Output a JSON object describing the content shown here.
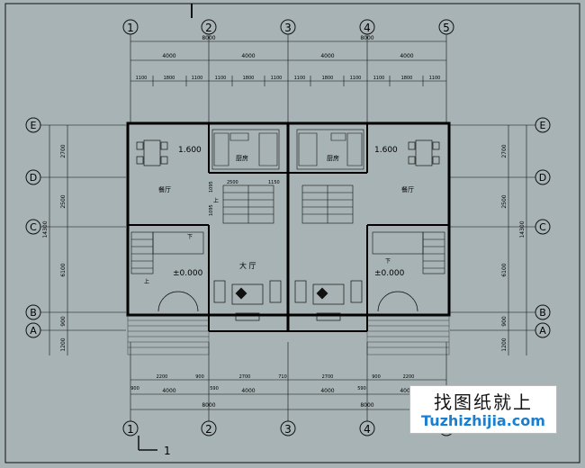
{
  "plan": {
    "axes_h": [
      "1",
      "2",
      "3",
      "4",
      "5"
    ],
    "axes_v": [
      "E",
      "D",
      "C",
      "B",
      "A"
    ],
    "section_marker": "1",
    "top_total": "8000",
    "top_spans": [
      "4000",
      "4000",
      "4000",
      "4000"
    ],
    "top_detail": [
      "1100",
      "1800",
      "1100",
      "1100",
      "1800",
      "1100",
      "1100",
      "1800",
      "1100",
      "1100",
      "1800",
      "1100"
    ],
    "bottom_detail": [
      "2200",
      "900",
      "2700",
      "710",
      "2700",
      "900",
      "2200"
    ],
    "bottom_left_small": "900",
    "bottom_spans": [
      "4000",
      "4000",
      "4000",
      "4000"
    ],
    "bottom_small_590": "590",
    "bottom_total": "8000",
    "side_dims": [
      "2700",
      "2500",
      "6100",
      "900",
      "1200"
    ],
    "side_total": "14300",
    "inner_dims": {
      "d1": "2500",
      "d2": "1150",
      "d3": "1095",
      "d4": "1095"
    },
    "rooms": {
      "kitchen_left": "厨房",
      "kitchen_right": "厨房",
      "dining_left": "餐厅",
      "dining_right": "餐厅",
      "hall": "大 厅",
      "stair_up": "上",
      "down_left": "下",
      "down_right": "下",
      "elev_upper_left": "1.600",
      "elev_upper_right": "1.600",
      "elev_lower_left": "±0.000",
      "elev_lower_right": "±0.000",
      "floor_up_label": "上"
    }
  },
  "watermark": {
    "line1": "找图纸就上",
    "line2": "Tuzhizhijia.com"
  },
  "colors": {
    "background": "#a7b3b4",
    "line": "#111111",
    "wall": "#000000"
  }
}
